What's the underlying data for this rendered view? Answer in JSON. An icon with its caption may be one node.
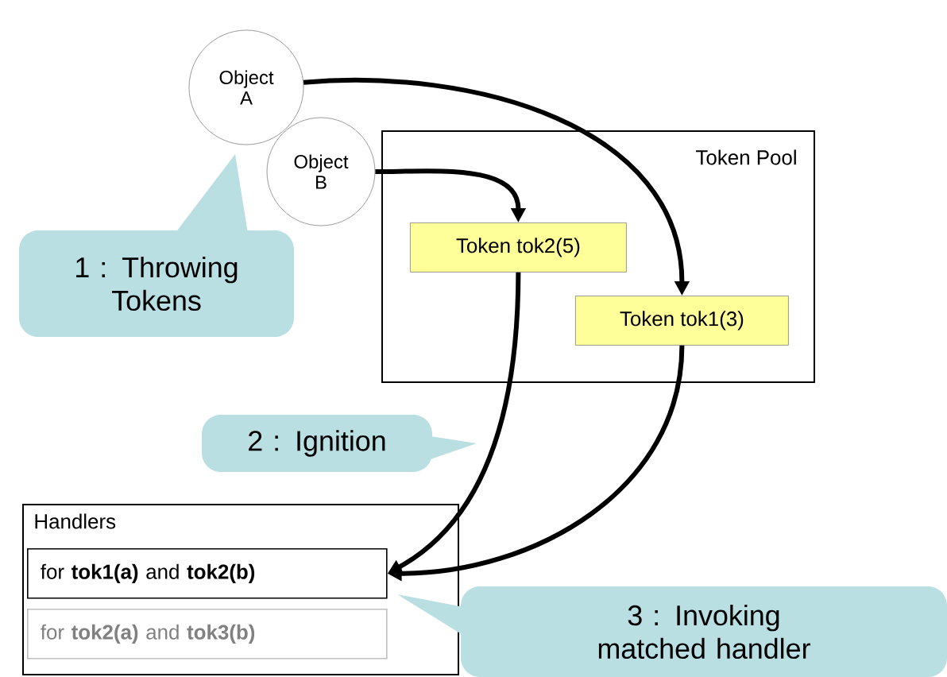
{
  "diagram": {
    "nodes": [
      {
        "text": [
          "Object A"
        ]
      },
      {
        "text": [
          "Object B"
        ]
      },
      {
        "text": [
          "Token Pool"
        ]
      },
      {
        "text": [
          "Token tok2(5)"
        ],
        "in": 2
      },
      {
        "text": [
          "Token tok1(3)"
        ],
        "in": 2
      },
      {
        "text": [
          "Handlers"
        ]
      },
      {
        "text": [
          "for  **tok1(a)** and **tok2(b)**"
        ],
        "in": 5
      },
      {
        "text": [
          "for  **tok2(a)** and **tok3(b)**"
        ],
        "in": 5
      },
      {
        "text": [
          "1 : Throwing Tokens"
        ]
      },
      {
        "text": [
          "2 : Ignition"
        ]
      },
      {
        "text": [
          "3 : Invoking matched handler"
        ]
      }
    ],
    "edges": [
      {
        "from": 0,
        "to": 4,
        "arrow": "to"
      },
      {
        "from": 1,
        "to": 3,
        "arrow": "to"
      },
      {
        "from": 3,
        "to": 6,
        "arrow": "to"
      },
      {
        "from": 4,
        "to": 6,
        "arrow": "to"
      }
    ]
  }
}
